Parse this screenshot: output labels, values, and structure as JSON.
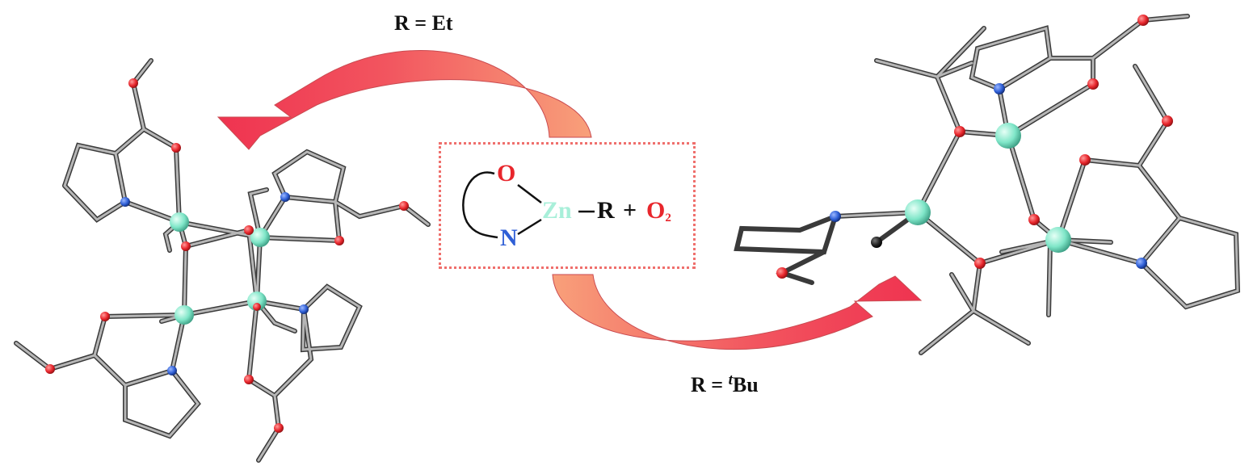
{
  "labels": {
    "top_condition": "R = Et",
    "bottom_condition_prefix": "R = ",
    "bottom_condition_sup": "t",
    "bottom_condition_suffix": "Bu"
  },
  "reaction": {
    "oxygen": "O",
    "nitrogen": "N",
    "zinc": "Zn",
    "r_group": "R",
    "plus": "+",
    "o2_base": "O",
    "o2_sub": "2"
  },
  "colors": {
    "arrow": "#f2555f",
    "arrow_light": "#f8a07a",
    "box_border": "#ef6f6c",
    "oxygen_atom": "#e8262c",
    "nitrogen_atom": "#2f5fd6",
    "zinc_atom": "#7fe6c8",
    "carbon_atom": "#111111",
    "bond": "#a8a8a8",
    "bond_outline": "#3a3a3a"
  },
  "icons": [
    "curved-arrow-icon",
    "molecular-structure-icon"
  ]
}
